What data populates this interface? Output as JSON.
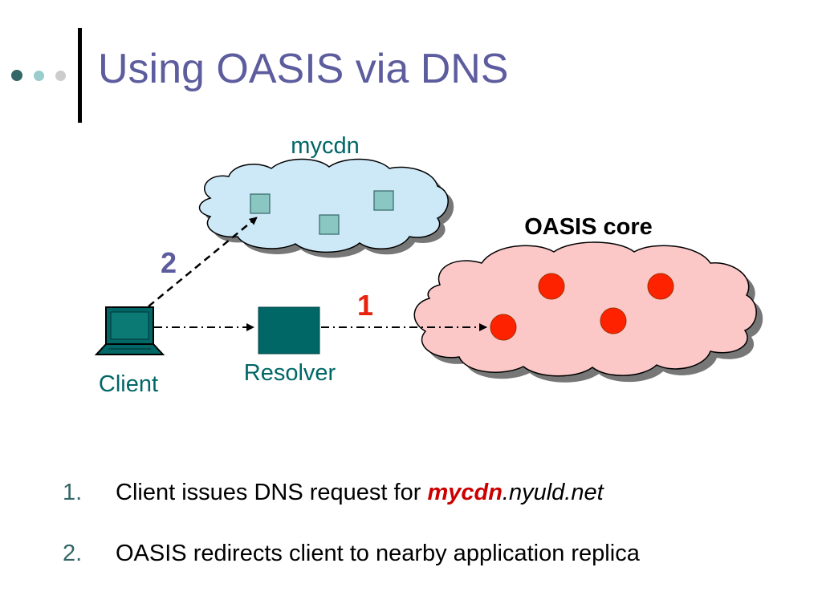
{
  "slide": {
    "title": "Using OASIS via DNS",
    "colors": {
      "title": "#5c5c9e",
      "teal": "#006666",
      "mycdn_cloud": "#cde9f8",
      "oasis_cloud": "#fbc7c7",
      "node_red": "#ff2200",
      "label_red": "#e8220c",
      "label_blue": "#5c5c9e"
    }
  },
  "diagram": {
    "mycdn_label": "mycdn",
    "oasis_label": "OASIS core",
    "client_label": "Client",
    "resolver_label": "Resolver",
    "step1_label": "1",
    "step2_label": "2"
  },
  "steps": [
    {
      "num": "1.",
      "text": "Client issues DNS request for ",
      "host_bold": "mycdn",
      "host_rest": ".nyuld.net"
    },
    {
      "num": "2.",
      "text": "OASIS redirects client to nearby application replica"
    }
  ]
}
